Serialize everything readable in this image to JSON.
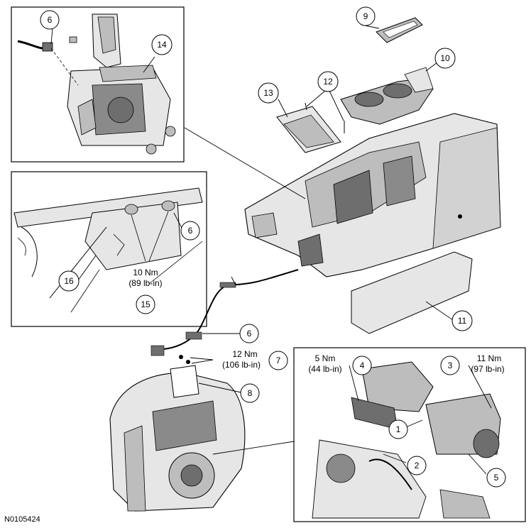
{
  "figure_id": "N0105424",
  "callouts": {
    "c1": "1",
    "c2": "2",
    "c3": "3",
    "c4": "4",
    "c5": "5",
    "c6a": "6",
    "c6b": "6",
    "c6c": "6",
    "c7": "7",
    "c8": "8",
    "c9": "9",
    "c10": "10",
    "c11": "11",
    "c12": "12",
    "c13": "13",
    "c14": "14",
    "c15": "15",
    "c16": "16"
  },
  "torque_specs": {
    "t15_nm": "10 Nm",
    "t15_lbin": "(89 lb-in)",
    "t7_nm": "12 Nm",
    "t7_lbin": "(106 lb-in)",
    "t4_nm": "5 Nm",
    "t4_lbin": "(44 lb-in)",
    "t3_nm": "11 Nm",
    "t3_lbin": "(97 lb-in)"
  },
  "colors": {
    "line": "#000000",
    "fill_light": "#e6e6e6",
    "fill_mid": "#bdbdbd",
    "fill_dark": "#6e6e6e"
  }
}
